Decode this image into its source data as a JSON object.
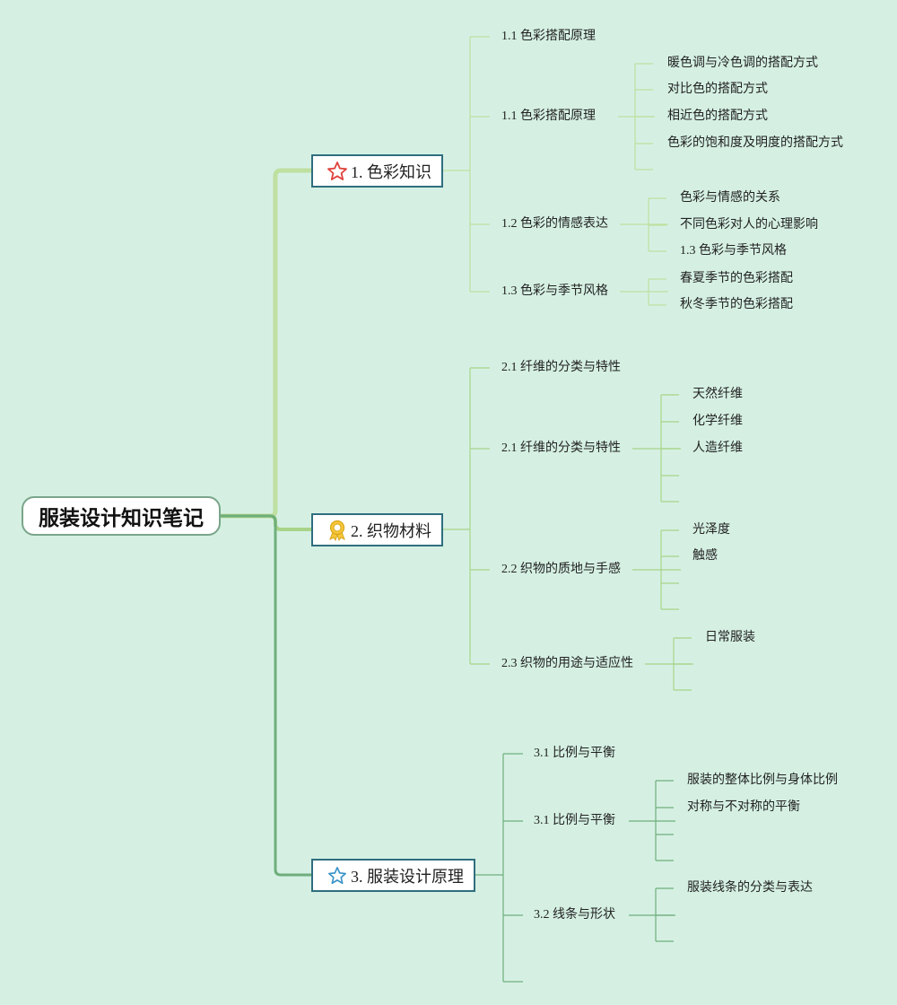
{
  "colors": {
    "background": "#d5f0e3",
    "branch_color_knowledge": "#bfe0a0",
    "branch_fabric": "#a8d488",
    "branch_design": "#6fae7c",
    "topic_border": "#2f6e7e"
  },
  "root": {
    "label": "服装设计知识笔记"
  },
  "topics": [
    {
      "label": "1. 色彩知识",
      "icon": "red-star-icon",
      "subtopics": [
        {
          "label": "1.1 色彩搭配原理",
          "children": []
        },
        {
          "label": "1.1 色彩搭配原理",
          "children": [
            "暖色调与冷色调的搭配方式",
            "对比色的搭配方式",
            "相近色的搭配方式",
            "色彩的饱和度及明度的搭配方式",
            ""
          ]
        },
        {
          "label": "1.2 色彩的情感表达",
          "children": [
            "色彩与情感的关系",
            "不同色彩对人的心理影响",
            "1.3 色彩与季节风格"
          ]
        },
        {
          "label": "1.3 色彩与季节风格",
          "children": [
            "春夏季节的色彩搭配",
            "秋冬季节的色彩搭配"
          ]
        }
      ]
    },
    {
      "label": "2. 织物材料",
      "icon": "gold-medal-icon",
      "subtopics": [
        {
          "label": "2.1 纤维的分类与特性",
          "children": []
        },
        {
          "label": "2.1 纤维的分类与特性",
          "children": [
            "天然纤维",
            "化学纤维",
            "人造纤维",
            "",
            ""
          ]
        },
        {
          "label": "2.2 织物的质地与手感",
          "children": [
            "光泽度",
            "触感",
            "",
            ""
          ]
        },
        {
          "label": "2.3 织物的用途与适应性",
          "children": [
            "日常服装",
            "",
            ""
          ]
        }
      ]
    },
    {
      "label": "3. 服装设计原理",
      "icon": "blue-star-icon",
      "subtopics": [
        {
          "label": "3.1 比例与平衡",
          "children": []
        },
        {
          "label": "3.1 比例与平衡",
          "children": [
            "服装的整体比例与身体比例",
            "对称与不对称的平衡",
            "",
            ""
          ]
        },
        {
          "label": "3.2 线条与形状",
          "children": [
            "服装线条的分类与表达",
            "",
            ""
          ]
        },
        {
          "label": "",
          "children": []
        }
      ]
    }
  ]
}
